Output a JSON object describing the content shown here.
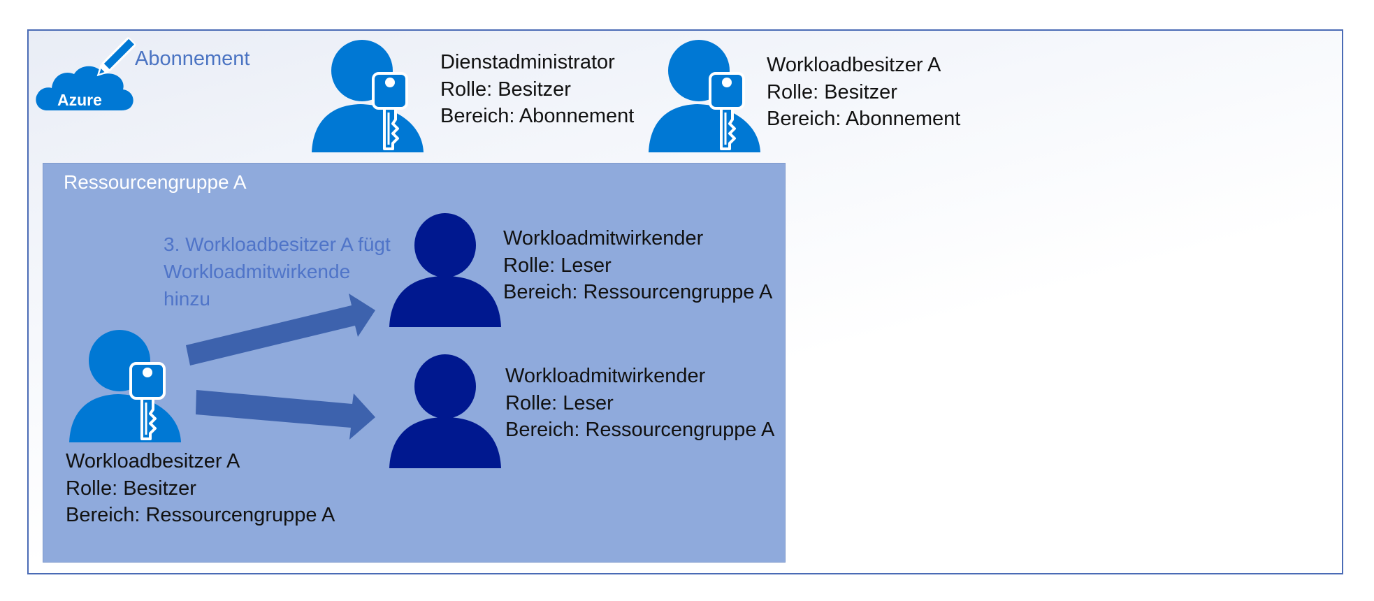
{
  "subscription": {
    "label": "Abonnement",
    "azure_logo_text": "Azure"
  },
  "service_admin": {
    "name": "Dienstadministrator",
    "role": "Rolle: Besitzer",
    "scope": "Bereich: Abonnement"
  },
  "workload_owner_sub": {
    "name": "Workloadbesitzer A",
    "role": "Rolle: Besitzer",
    "scope": "Bereich: Abonnement"
  },
  "resource_group": {
    "title": "Ressourcengruppe A",
    "action": [
      "3. Workloadbesitzer A fügt",
      "Workloadmitwirkende",
      "hinzu"
    ],
    "owner": {
      "name": "Workloadbesitzer A",
      "role": "Rolle: Besitzer",
      "scope": "Bereich: Ressourcengruppe A"
    },
    "contributors": [
      {
        "name": "Workloadmitwirkender",
        "role": "Rolle: Leser",
        "scope": "Bereich: Ressourcengruppe A"
      },
      {
        "name": "Workloadmitwirkender",
        "role": "Rolle: Leser",
        "scope": "Bereich: Ressourcengruppe A"
      }
    ]
  },
  "colors": {
    "azure_blue": "#0078d4",
    "contributor_navy": "#00188f",
    "rg_fill": "#8faadc",
    "arrow_fill": "#3d62ad",
    "frame_border": "#4a6bb5"
  },
  "icons": {
    "azure_logo": "azure-cloud-pencil-icon",
    "owner": "person-with-key-icon",
    "contributor": "person-icon"
  }
}
